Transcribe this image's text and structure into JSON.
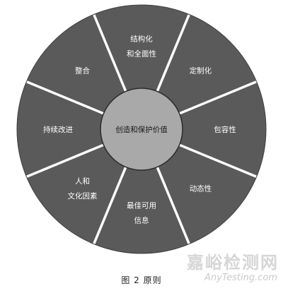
{
  "diagram": {
    "segments": [
      {
        "lines": [
          "整合"
        ]
      },
      {
        "lines": [
          "结构化",
          "和全面性"
        ]
      },
      {
        "lines": [
          "定制化"
        ]
      },
      {
        "lines": [
          "包容性"
        ]
      },
      {
        "lines": [
          "动态性"
        ]
      },
      {
        "lines": [
          "最佳可用",
          "信息"
        ]
      },
      {
        "lines": [
          "人和",
          "文化因素"
        ]
      },
      {
        "lines": [
          "持续改进"
        ]
      }
    ],
    "center": "创造和保护价值",
    "colors": {
      "segment": "#5a5a5a",
      "divider": "#ffffff",
      "center": "#a9a9a9",
      "center_stroke": "#2a2a2a"
    }
  },
  "caption": "图 2   原则",
  "watermark": {
    "main": "嘉峪检测网",
    "sub": "AnyTesting.com"
  }
}
